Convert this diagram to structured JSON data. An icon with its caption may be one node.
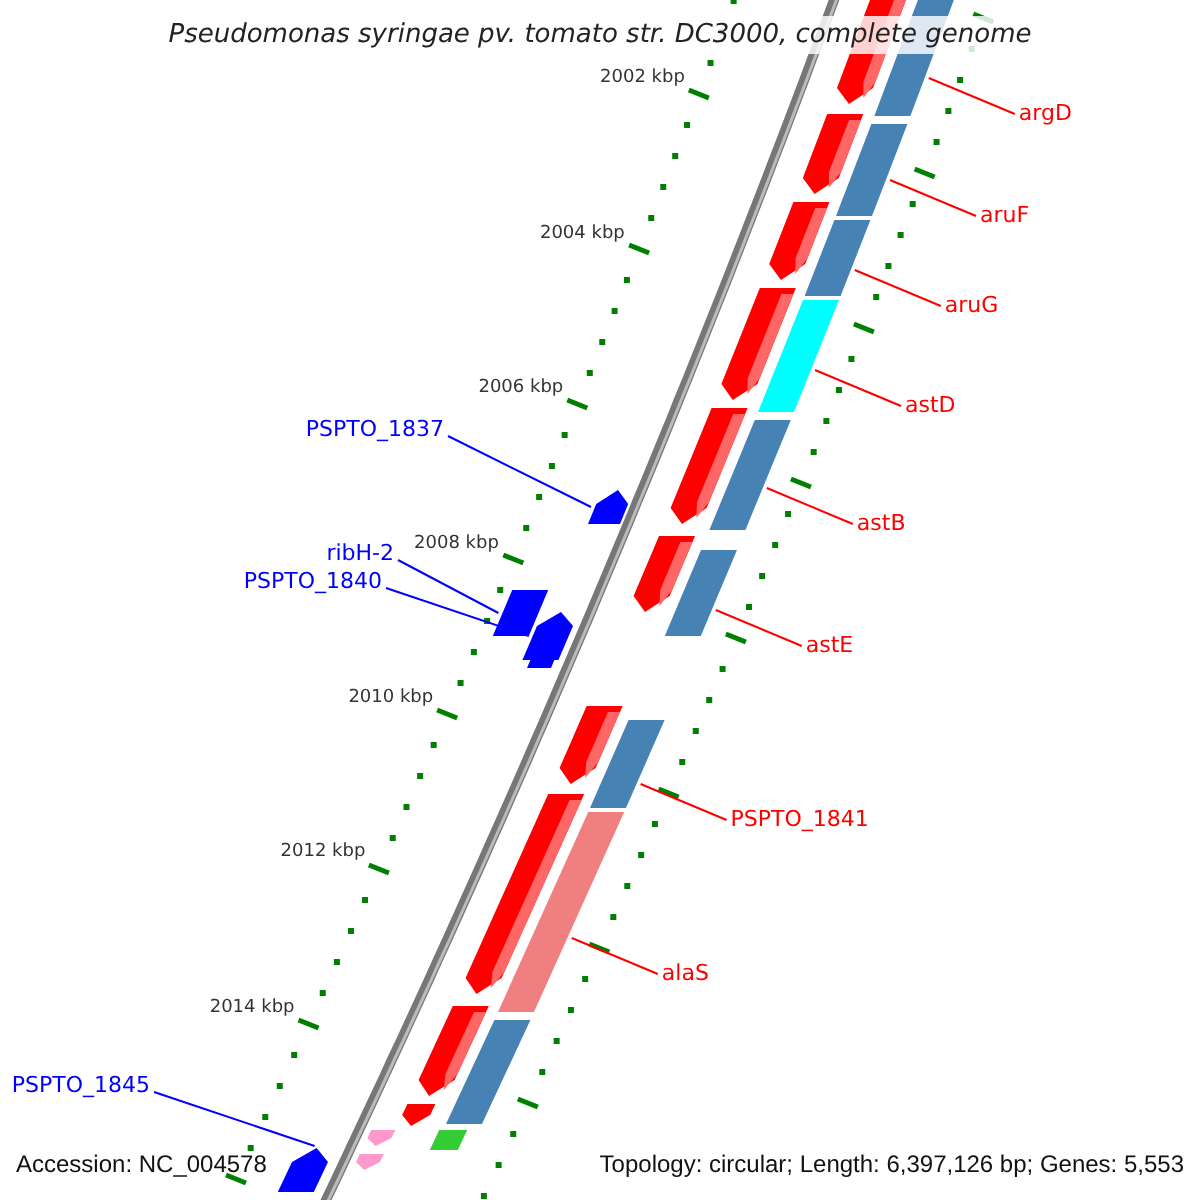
{
  "diagram": {
    "title": "Pseudomonas syringae pv. tomato str. DC3000, complete genome",
    "nodes": [
      {
        "text": [
          "argD"
        ]
      },
      {
        "text": [],
        "shape": "bar"
      },
      {
        "text": [
          "aruF"
        ]
      },
      {
        "text": [],
        "shape": "bar"
      },
      {
        "text": [
          "aruG"
        ]
      },
      {
        "text": [],
        "shape": "bar"
      },
      {
        "text": [
          "astD"
        ]
      },
      {
        "text": [],
        "shape": "bar"
      },
      {
        "text": [
          "PSPTO_1837"
        ]
      },
      {
        "text": [],
        "shape": "arrow"
      },
      {
        "text": [
          "astB"
        ]
      },
      {
        "text": [],
        "shape": "bar"
      },
      {
        "text": [
          "ribH-2"
        ]
      },
      {
        "text": [],
        "shape": "box"
      },
      {
        "text": [
          "PSPTO_1840"
        ]
      },
      {
        "text": [],
        "shape": "arrow"
      },
      {
        "text": [
          "astE"
        ]
      },
      {
        "text": [],
        "shape": "bar"
      },
      {
        "text": [
          "PSPTO_1841"
        ]
      },
      {
        "text": [],
        "shape": "bar"
      },
      {
        "text": [
          "alaS"
        ]
      },
      {
        "text": [],
        "shape": "bar"
      },
      {
        "text": [],
        "shape": "bar"
      },
      {
        "text": [
          "PSPTO_1845"
        ]
      },
      {
        "text": [],
        "shape": "arrow"
      }
    ],
    "edges": [
      {
        "from": 0,
        "to": 1,
        "arrow": "none"
      },
      {
        "from": 2,
        "to": 3,
        "arrow": "none"
      },
      {
        "from": 4,
        "to": 5,
        "arrow": "none"
      },
      {
        "from": 6,
        "to": 7,
        "arrow": "none"
      },
      {
        "from": 8,
        "to": 9,
        "arrow": "none",
        "color": "#0000ff"
      },
      {
        "from": 10,
        "to": 11,
        "arrow": "none"
      },
      {
        "from": 12,
        "to": 13,
        "arrow": "none",
        "color": "#0000ff"
      },
      {
        "from": 14,
        "to": 15,
        "arrow": "none",
        "color": "#0000ff"
      },
      {
        "from": 16,
        "to": 17,
        "arrow": "none"
      },
      {
        "from": 18,
        "to": 19,
        "arrow": "none"
      },
      {
        "from": 20,
        "to": 21,
        "arrow": "none"
      },
      {
        "from": 23,
        "to": 24,
        "arrow": "none",
        "color": "#0000ff"
      }
    ],
    "labels": [
      "2002 kbp",
      "2004 kbp",
      "2006 kbp",
      "2008 kbp",
      "2010 kbp",
      "2012 kbp",
      "2014 kbp",
      "Accession: NC_004578",
      "Topology: circular; Length: 6,397,126 bp; Genes: 5,553"
    ]
  }
}
